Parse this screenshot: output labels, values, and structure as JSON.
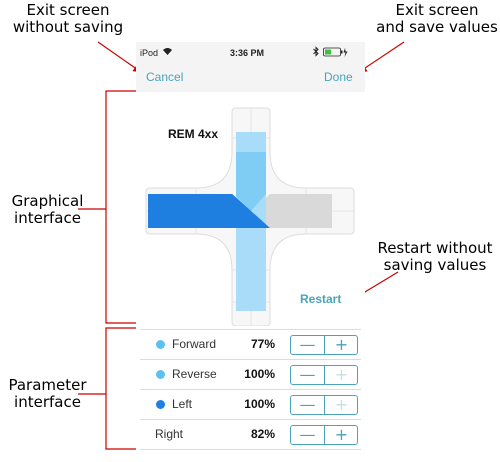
{
  "annotations": {
    "exit_without_saving": [
      "Exit screen",
      "without saving"
    ],
    "exit_and_save": [
      "Exit screen",
      "and save values"
    ],
    "graphical_interface": [
      "Graphical",
      "interface"
    ],
    "restart_without_saving": [
      "Restart without",
      "saving values"
    ],
    "parameter_interface": [
      "Parameter",
      "interface"
    ]
  },
  "status_bar": {
    "device": "iPod",
    "time": "3:36 PM"
  },
  "nav": {
    "cancel": "Cancel",
    "done": "Done"
  },
  "graphic": {
    "title": "REM 4xx",
    "restart": "Restart"
  },
  "parameters": [
    {
      "label": "Forward",
      "value": "77%",
      "dot_color": "#5ec0f0",
      "minus": "—",
      "plus": "+",
      "plus_disabled": false
    },
    {
      "label": "Reverse",
      "value": "100%",
      "dot_color": "#5ec0f0",
      "minus": "—",
      "plus": "+",
      "plus_disabled": true
    },
    {
      "label": "Left",
      "value": "100%",
      "dot_color": "#1e7fe0",
      "minus": "—",
      "plus": "+",
      "plus_disabled": true
    },
    {
      "label": "Right",
      "value": "82%",
      "dot_color": "",
      "minus": "—",
      "plus": "+",
      "plus_disabled": false
    }
  ],
  "colors": {
    "accent": "#4aa3b8",
    "forward_reverse": "#5ec0f0",
    "left": "#1e7fe0",
    "right": "#d9d9d9",
    "annotation_line": "#cc0000"
  }
}
